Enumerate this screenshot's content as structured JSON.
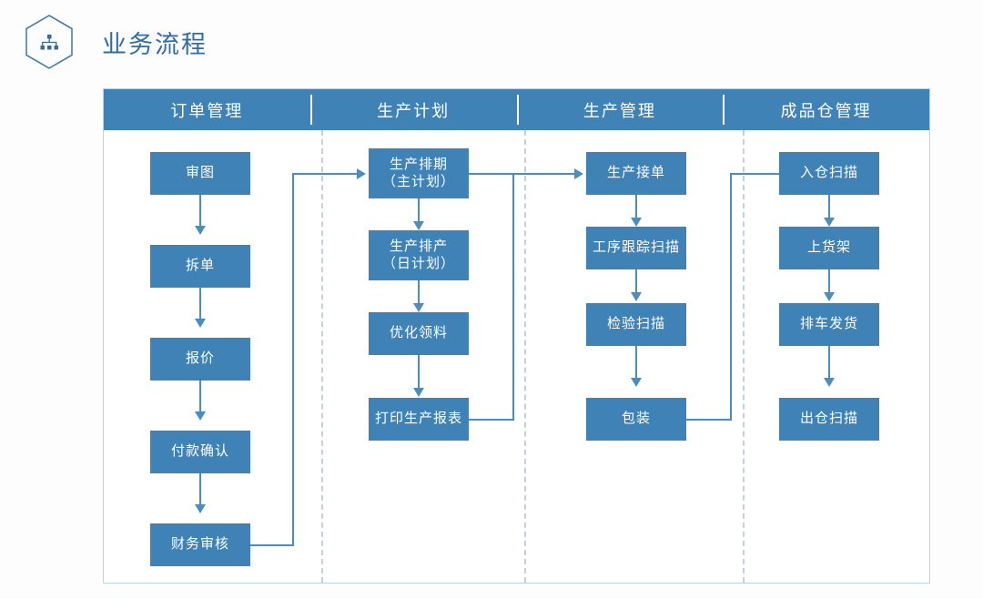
{
  "header": {
    "icon": "hexagon-hierarchy-icon",
    "title": "业务流程",
    "title_color": "#2f6da4"
  },
  "theme": {
    "node_fill": "#3f82b5",
    "node_text": "#ffffff",
    "connector": "#4a8ec0",
    "divider": "#c9cfd6",
    "panel_border": "#b9d4e8",
    "background": "#ffffff"
  },
  "flow": {
    "columns": [
      {
        "id": "order-management",
        "header": "订单管理",
        "nodes": [
          {
            "id": "n1",
            "label": "审图"
          },
          {
            "id": "n2",
            "label": "拆单"
          },
          {
            "id": "n3",
            "label": "报价"
          },
          {
            "id": "n4",
            "label": "付款确认"
          },
          {
            "id": "n5",
            "label": "财务审核"
          }
        ]
      },
      {
        "id": "production-planning",
        "header": "生产计划",
        "nodes": [
          {
            "id": "n6",
            "label": "生产排期",
            "label2": "（主计划）"
          },
          {
            "id": "n7",
            "label": "生产排产",
            "label2": "（日计划）"
          },
          {
            "id": "n8",
            "label": "优化领料"
          },
          {
            "id": "n9",
            "label": "打印生产报表"
          }
        ]
      },
      {
        "id": "production-management",
        "header": "生产管理",
        "nodes": [
          {
            "id": "n10",
            "label": "生产接单"
          },
          {
            "id": "n11",
            "label": "工序跟踪扫描"
          },
          {
            "id": "n12",
            "label": "检验扫描"
          },
          {
            "id": "n13",
            "label": "包装"
          }
        ]
      },
      {
        "id": "finished-goods-warehouse",
        "header": "成品仓管理",
        "nodes": [
          {
            "id": "n14",
            "label": "入仓扫描"
          },
          {
            "id": "n15",
            "label": "上货架"
          },
          {
            "id": "n16",
            "label": "排车发货"
          },
          {
            "id": "n17",
            "label": "出仓扫描"
          }
        ]
      }
    ],
    "edges": [
      {
        "from": "审图",
        "to": "拆单",
        "type": "down"
      },
      {
        "from": "拆单",
        "to": "报价",
        "type": "down"
      },
      {
        "from": "报价",
        "to": "付款确认",
        "type": "down"
      },
      {
        "from": "付款确认",
        "to": "财务审核",
        "type": "down"
      },
      {
        "from": "财务审核",
        "to": "生产排期（主计划）",
        "type": "elbow-right-up"
      },
      {
        "from": "生产排期（主计划）",
        "to": "生产排产（日计划）",
        "type": "down"
      },
      {
        "from": "生产排产（日计划）",
        "to": "优化领料",
        "type": "down"
      },
      {
        "from": "优化领料",
        "to": "打印生产报表",
        "type": "down"
      },
      {
        "from": "生产排期（主计划）",
        "to": "生产接单",
        "type": "elbow-right"
      },
      {
        "from": "打印生产报表",
        "to": "生产接单",
        "type": "elbow-right-up"
      },
      {
        "from": "生产接单",
        "to": "工序跟踪扫描",
        "type": "down"
      },
      {
        "from": "工序跟踪扫描",
        "to": "检验扫描",
        "type": "down"
      },
      {
        "from": "检验扫描",
        "to": "包装",
        "type": "down"
      },
      {
        "from": "包装",
        "to": "入仓扫描",
        "type": "elbow-right-up"
      },
      {
        "from": "入仓扫描",
        "to": "上货架",
        "type": "down"
      },
      {
        "from": "上货架",
        "to": "排车发货",
        "type": "down"
      },
      {
        "from": "排车发货",
        "to": "出仓扫描",
        "type": "down"
      }
    ]
  }
}
